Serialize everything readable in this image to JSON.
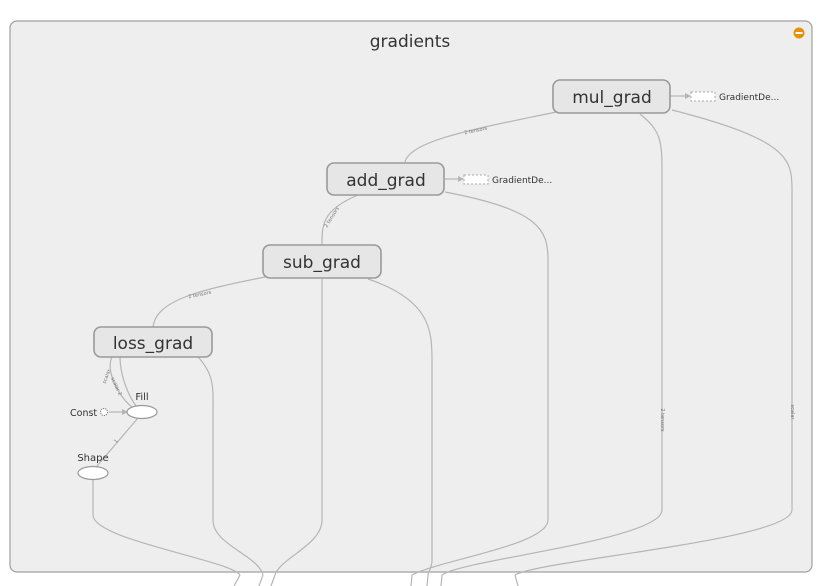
{
  "group": {
    "title": "gradients",
    "collapse_icon": "minus-circle-icon"
  },
  "nodes": {
    "mul_grad": "mul_grad",
    "add_grad": "add_grad",
    "sub_grad": "sub_grad",
    "loss_grad": "loss_grad",
    "fill": "Fill",
    "shape": "Shape",
    "const": "Const"
  },
  "aux_nodes": {
    "mul_aux": "GradientDe...",
    "add_aux": "GradientDe..."
  },
  "edge_labels": {
    "mul_to_add": "2 tensors",
    "add_to_sub": "2 tensors",
    "sub_to_loss": "2 tensors",
    "loss_to_fill_a": "scalar",
    "loss_to_fill_b": "scalar 2",
    "shape_to_fill": "1",
    "mul_down_a": "2 tensors",
    "mul_down_b": "scalar"
  },
  "colors": {
    "node_fill": "#e6e6e6",
    "node_stroke": "#9a9a9a",
    "group_fill": "#eeeeee",
    "group_stroke": "#a0a0a0",
    "accent": "#e8900c"
  }
}
